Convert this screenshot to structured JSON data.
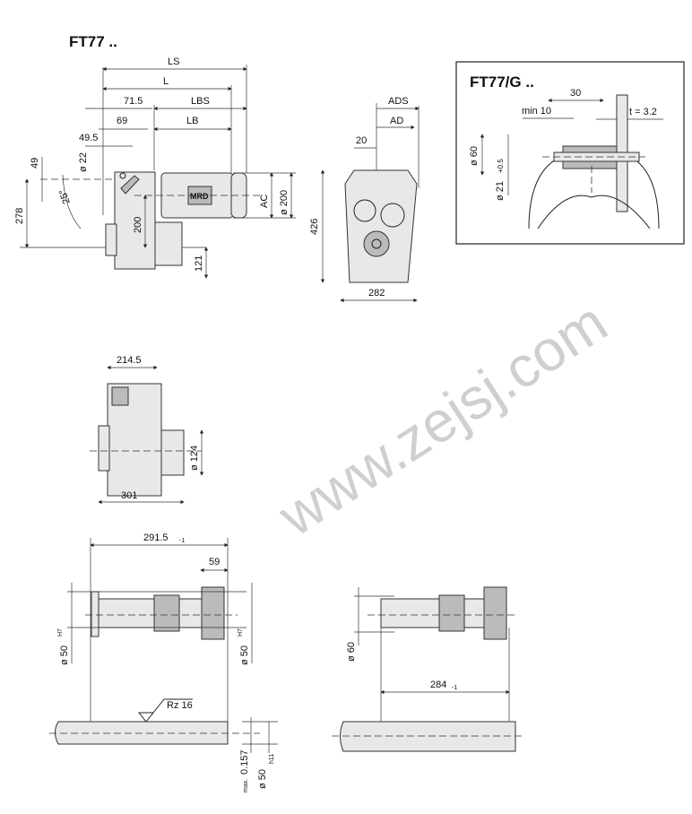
{
  "main_view": {
    "title": "FT77 ..",
    "dims": {
      "ls": "LS",
      "l": "L",
      "d71_5": "71.5",
      "lbs": "LBS",
      "d69": "69",
      "lb": "LB",
      "d49_5": "49.5",
      "d49": "49",
      "d22": "ø 22",
      "angle": "25°",
      "d278": "278",
      "d200": "200",
      "motor_label": "MRD",
      "ac": "AC",
      "d200dia": "ø 200",
      "d121": "121"
    }
  },
  "side_view": {
    "dims": {
      "ads": "ADS",
      "ad": "AD",
      "d20": "20",
      "d426": "426",
      "d282": "282"
    }
  },
  "inset": {
    "title": "FT77/G ..",
    "dims": {
      "d30": "30",
      "min10": "min 10",
      "t": "t = 3.2",
      "d60": "ø 60",
      "d21": "ø 21",
      "tol21": "+0.5"
    }
  },
  "top_view": {
    "dims": {
      "d214_5": "214.5",
      "d124": "ø 124",
      "d301": "301"
    }
  },
  "shaft_view_left": {
    "dims": {
      "d291_5": "291.5",
      "tol291_5": "-1",
      "d59": "59",
      "bore_left": "ø 50",
      "bore_left_tol": "H7",
      "bore_right": "ø 50",
      "bore_right_tol": "H7",
      "rz": "Rz 16",
      "max": "max.",
      "maxval": "0.157",
      "shaft": "ø 50",
      "shaft_tol": "h11"
    }
  },
  "shaft_view_right": {
    "dims": {
      "d60": "ø 60",
      "d284": "284",
      "tol284": "-1"
    }
  },
  "watermark": "www.zejsj.com"
}
